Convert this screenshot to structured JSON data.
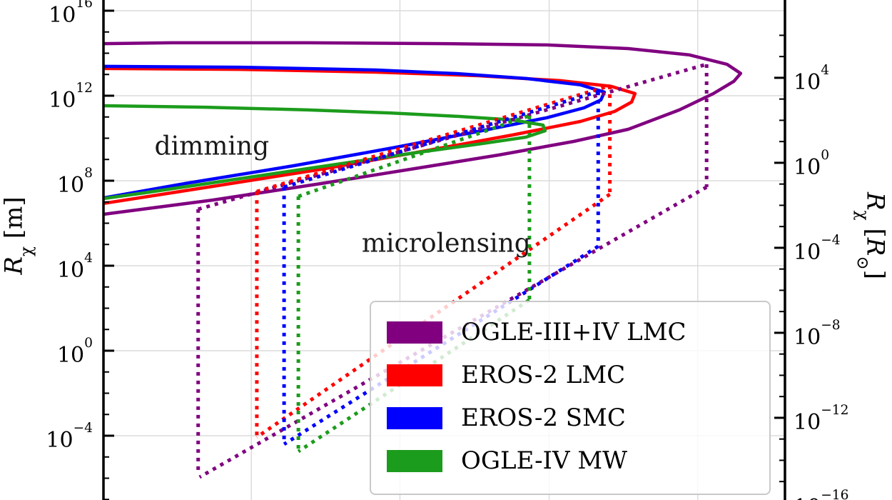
{
  "figure": {
    "background": "#ffffff"
  },
  "chart_data": {
    "type": "line",
    "title": "",
    "description": "Log-log exclusion plot: dimming (solid closed contours) and microlensing (dotted boundaries) constraints on dark-matter object radius for four surveys. Bottom x-axis is cut off in the visible crop; x positions are stored normalized 0-1 across the plot width.",
    "left_axis": {
      "symbol": "R",
      "subscript": "χ",
      "unit": " [m]",
      "tick_base": "10",
      "tick_exponents": [
        16,
        12,
        8,
        4,
        0,
        -4
      ]
    },
    "right_axis": {
      "symbol": "R",
      "subscript": "χ",
      "unit_prefix": " [",
      "unit_symbol": "R",
      "unit_subscript": "⊙",
      "unit_suffix": "]",
      "tick_base": "10",
      "tick_exponents": [
        4,
        0,
        -4,
        -8,
        -12,
        -16
      ],
      "log10_rsun_in_m": 8.8427
    },
    "grid": {
      "color": "#dcdcdc",
      "x_norm": [
        0.217,
        0.435,
        0.654,
        0.872
      ]
    },
    "annotations": [
      {
        "text": "dimming",
        "x_norm": 0.159,
        "log_r": 9.61
      },
      {
        "text": "microlensing",
        "x_norm": 0.503,
        "log_r": 5.04
      }
    ],
    "legend": {
      "entries": [
        {
          "label": "OGLE-III+IV LMC",
          "color": "#800080"
        },
        {
          "label": "EROS-2 LMC",
          "color": "#ff0000"
        },
        {
          "label": "EROS-2 SMC",
          "color": "#0000ff"
        },
        {
          "label": "OGLE-IV MW",
          "color": "#1c9c1c"
        }
      ]
    },
    "series": [
      {
        "name": "OGLE-III+IV LMC dimming contour",
        "group": "OGLE-III+IV LMC",
        "color": "#800080",
        "style": "solid",
        "points": [
          [
            0,
            14.45
          ],
          [
            0.1,
            14.49
          ],
          [
            0.3,
            14.49
          ],
          [
            0.5,
            14.45
          ],
          [
            0.65,
            14.39
          ],
          [
            0.77,
            14.22
          ],
          [
            0.86,
            13.92
          ],
          [
            0.915,
            13.48
          ],
          [
            0.935,
            13.05
          ],
          [
            0.925,
            12.68
          ],
          [
            0.895,
            12.1
          ],
          [
            0.845,
            11.33
          ],
          [
            0.77,
            10.42
          ],
          [
            0.69,
            9.85
          ],
          [
            0.58,
            9.21
          ],
          [
            0.47,
            8.64
          ],
          [
            0.32,
            7.87
          ],
          [
            0.16,
            7.09
          ],
          [
            0,
            6.42
          ]
        ]
      },
      {
        "name": "EROS-2 LMC dimming contour",
        "group": "EROS-2 LMC",
        "color": "#ff0000",
        "style": "solid",
        "points": [
          [
            0,
            13.28
          ],
          [
            0.2,
            13.24
          ],
          [
            0.4,
            13.11
          ],
          [
            0.55,
            12.94
          ],
          [
            0.67,
            12.71
          ],
          [
            0.745,
            12.44
          ],
          [
            0.78,
            12.1
          ],
          [
            0.775,
            11.7
          ],
          [
            0.75,
            11.26
          ],
          [
            0.7,
            10.79
          ],
          [
            0.6,
            10.15
          ],
          [
            0.48,
            9.45
          ],
          [
            0.32,
            8.54
          ],
          [
            0.16,
            7.73
          ],
          [
            0,
            6.93
          ]
        ]
      },
      {
        "name": "EROS-2 SMC dimming contour",
        "group": "EROS-2 SMC",
        "color": "#0000ff",
        "style": "solid",
        "points": [
          [
            0,
            13.38
          ],
          [
            0.2,
            13.34
          ],
          [
            0.4,
            13.21
          ],
          [
            0.52,
            13.04
          ],
          [
            0.62,
            12.81
          ],
          [
            0.7,
            12.51
          ],
          [
            0.735,
            12.17
          ],
          [
            0.73,
            11.8
          ],
          [
            0.705,
            11.43
          ],
          [
            0.65,
            10.96
          ],
          [
            0.55,
            10.32
          ],
          [
            0.43,
            9.58
          ],
          [
            0.28,
            8.71
          ],
          [
            0.12,
            7.87
          ],
          [
            0,
            7.19
          ]
        ]
      },
      {
        "name": "OGLE-IV MW dimming contour",
        "group": "OGLE-IV MW",
        "color": "#1c9c1c",
        "style": "solid",
        "points": [
          [
            0,
            11.53
          ],
          [
            0.15,
            11.46
          ],
          [
            0.3,
            11.33
          ],
          [
            0.42,
            11.19
          ],
          [
            0.52,
            11.03
          ],
          [
            0.6,
            10.86
          ],
          [
            0.645,
            10.62
          ],
          [
            0.648,
            10.35
          ],
          [
            0.62,
            10.05
          ],
          [
            0.55,
            9.72
          ],
          [
            0.45,
            9.28
          ],
          [
            0.32,
            8.67
          ],
          [
            0.18,
            8.0
          ],
          [
            0.06,
            7.43
          ],
          [
            0,
            7.16
          ]
        ]
      },
      {
        "name": "OGLE-III+IV LMC microlensing upper edge",
        "group": "OGLE-III+IV LMC",
        "color": "#800080",
        "style": "dotted",
        "points": [
          [
            0.139,
            6.66
          ],
          [
            0.885,
            13.48
          ]
        ]
      },
      {
        "name": "OGLE-III+IV LMC microlensing right edge",
        "group": "OGLE-III+IV LMC",
        "color": "#800080",
        "style": "dotted",
        "points": [
          [
            0.885,
            13.48
          ],
          [
            0.885,
            7.7
          ]
        ]
      },
      {
        "name": "OGLE-III+IV LMC microlensing lower edge",
        "group": "OGLE-III+IV LMC",
        "color": "#800080",
        "style": "dotted",
        "points": [
          [
            0.885,
            7.7
          ],
          [
            0.141,
            -5.95
          ]
        ]
      },
      {
        "name": "OGLE-III+IV LMC microlensing left edge",
        "group": "OGLE-III+IV LMC",
        "color": "#800080",
        "style": "dotted",
        "points": [
          [
            0.139,
            6.66
          ],
          [
            0.139,
            -5.75
          ]
        ]
      },
      {
        "name": "EROS-2 LMC microlensing upper edge",
        "group": "EROS-2 LMC",
        "color": "#ff0000",
        "style": "dotted",
        "points": [
          [
            0.225,
            7.49
          ],
          [
            0.743,
            12.47
          ]
        ]
      },
      {
        "name": "EROS-2 LMC microlensing right edge",
        "group": "EROS-2 LMC",
        "color": "#ff0000",
        "style": "dotted",
        "points": [
          [
            0.743,
            12.47
          ],
          [
            0.743,
            7.36
          ]
        ]
      },
      {
        "name": "EROS-2 LMC microlensing lower edge",
        "group": "EROS-2 LMC",
        "color": "#ff0000",
        "style": "dotted",
        "points": [
          [
            0.743,
            7.36
          ],
          [
            0.225,
            -4.07
          ]
        ]
      },
      {
        "name": "EROS-2 LMC microlensing left edge",
        "group": "EROS-2 LMC",
        "color": "#ff0000",
        "style": "dotted",
        "points": [
          [
            0.225,
            7.49
          ],
          [
            0.225,
            -4.07
          ]
        ]
      },
      {
        "name": "EROS-2 SMC microlensing upper edge",
        "group": "EROS-2 SMC",
        "color": "#0000ff",
        "style": "dotted",
        "points": [
          [
            0.265,
            7.7
          ],
          [
            0.726,
            12.2
          ]
        ]
      },
      {
        "name": "EROS-2 SMC microlensing right edge",
        "group": "EROS-2 SMC",
        "color": "#0000ff",
        "style": "dotted",
        "points": [
          [
            0.726,
            12.2
          ],
          [
            0.726,
            4.91
          ]
        ]
      },
      {
        "name": "EROS-2 SMC microlensing lower edge",
        "group": "EROS-2 SMC",
        "color": "#0000ff",
        "style": "dotted",
        "points": [
          [
            0.726,
            4.91
          ],
          [
            0.265,
            -4.4
          ]
        ]
      },
      {
        "name": "EROS-2 SMC microlensing left edge",
        "group": "EROS-2 SMC",
        "color": "#0000ff",
        "style": "dotted",
        "points": [
          [
            0.265,
            7.7
          ],
          [
            0.265,
            -4.4
          ]
        ]
      },
      {
        "name": "OGLE-IV MW microlensing upper edge",
        "group": "OGLE-IV MW",
        "color": "#1c9c1c",
        "style": "dotted",
        "points": [
          [
            0.286,
            7.26
          ],
          [
            0.625,
            11.06
          ]
        ]
      },
      {
        "name": "OGLE-IV MW microlensing right edge",
        "group": "OGLE-IV MW",
        "color": "#1c9c1c",
        "style": "dotted",
        "points": [
          [
            0.625,
            11.06
          ],
          [
            0.625,
            2.39
          ]
        ]
      },
      {
        "name": "OGLE-IV MW microlensing lower edge",
        "group": "OGLE-IV MW",
        "color": "#1c9c1c",
        "style": "dotted",
        "points": [
          [
            0.625,
            2.39
          ],
          [
            0.286,
            -4.74
          ]
        ]
      },
      {
        "name": "OGLE-IV MW microlensing left edge",
        "group": "OGLE-IV MW",
        "color": "#1c9c1c",
        "style": "dotted",
        "points": [
          [
            0.286,
            7.26
          ],
          [
            0.286,
            -4.74
          ]
        ]
      }
    ]
  }
}
